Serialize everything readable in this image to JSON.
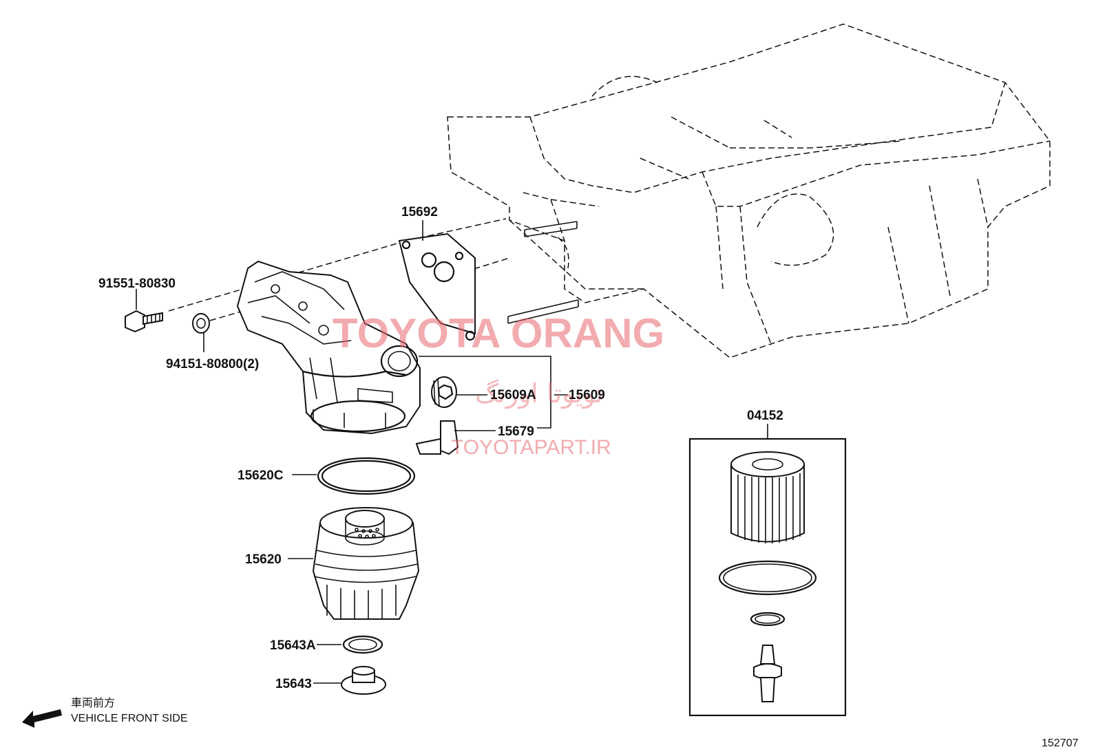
{
  "diagram": {
    "parts": {
      "p15692": "15692",
      "p91551": "91551-80830",
      "p94151": "94151-80800(2)",
      "p15609A": "15609A",
      "p15609": "15609",
      "p15679": "15679",
      "p15620C": "15620C",
      "p15620": "15620",
      "p15643A": "15643A",
      "p15643": "15643",
      "p04152": "04152"
    },
    "direction": {
      "japanese": "車両前方",
      "english": "VEHICLE FRONT SIDE"
    },
    "figure_number": "152707"
  },
  "watermark": {
    "brand": "TOYOTA ORANG",
    "persian": "تویوتا اورنگ",
    "url": "TOYOTAPART.IR",
    "color": "#e8686e"
  },
  "icons": {
    "direction_arrow": "arrow-left-icon"
  }
}
